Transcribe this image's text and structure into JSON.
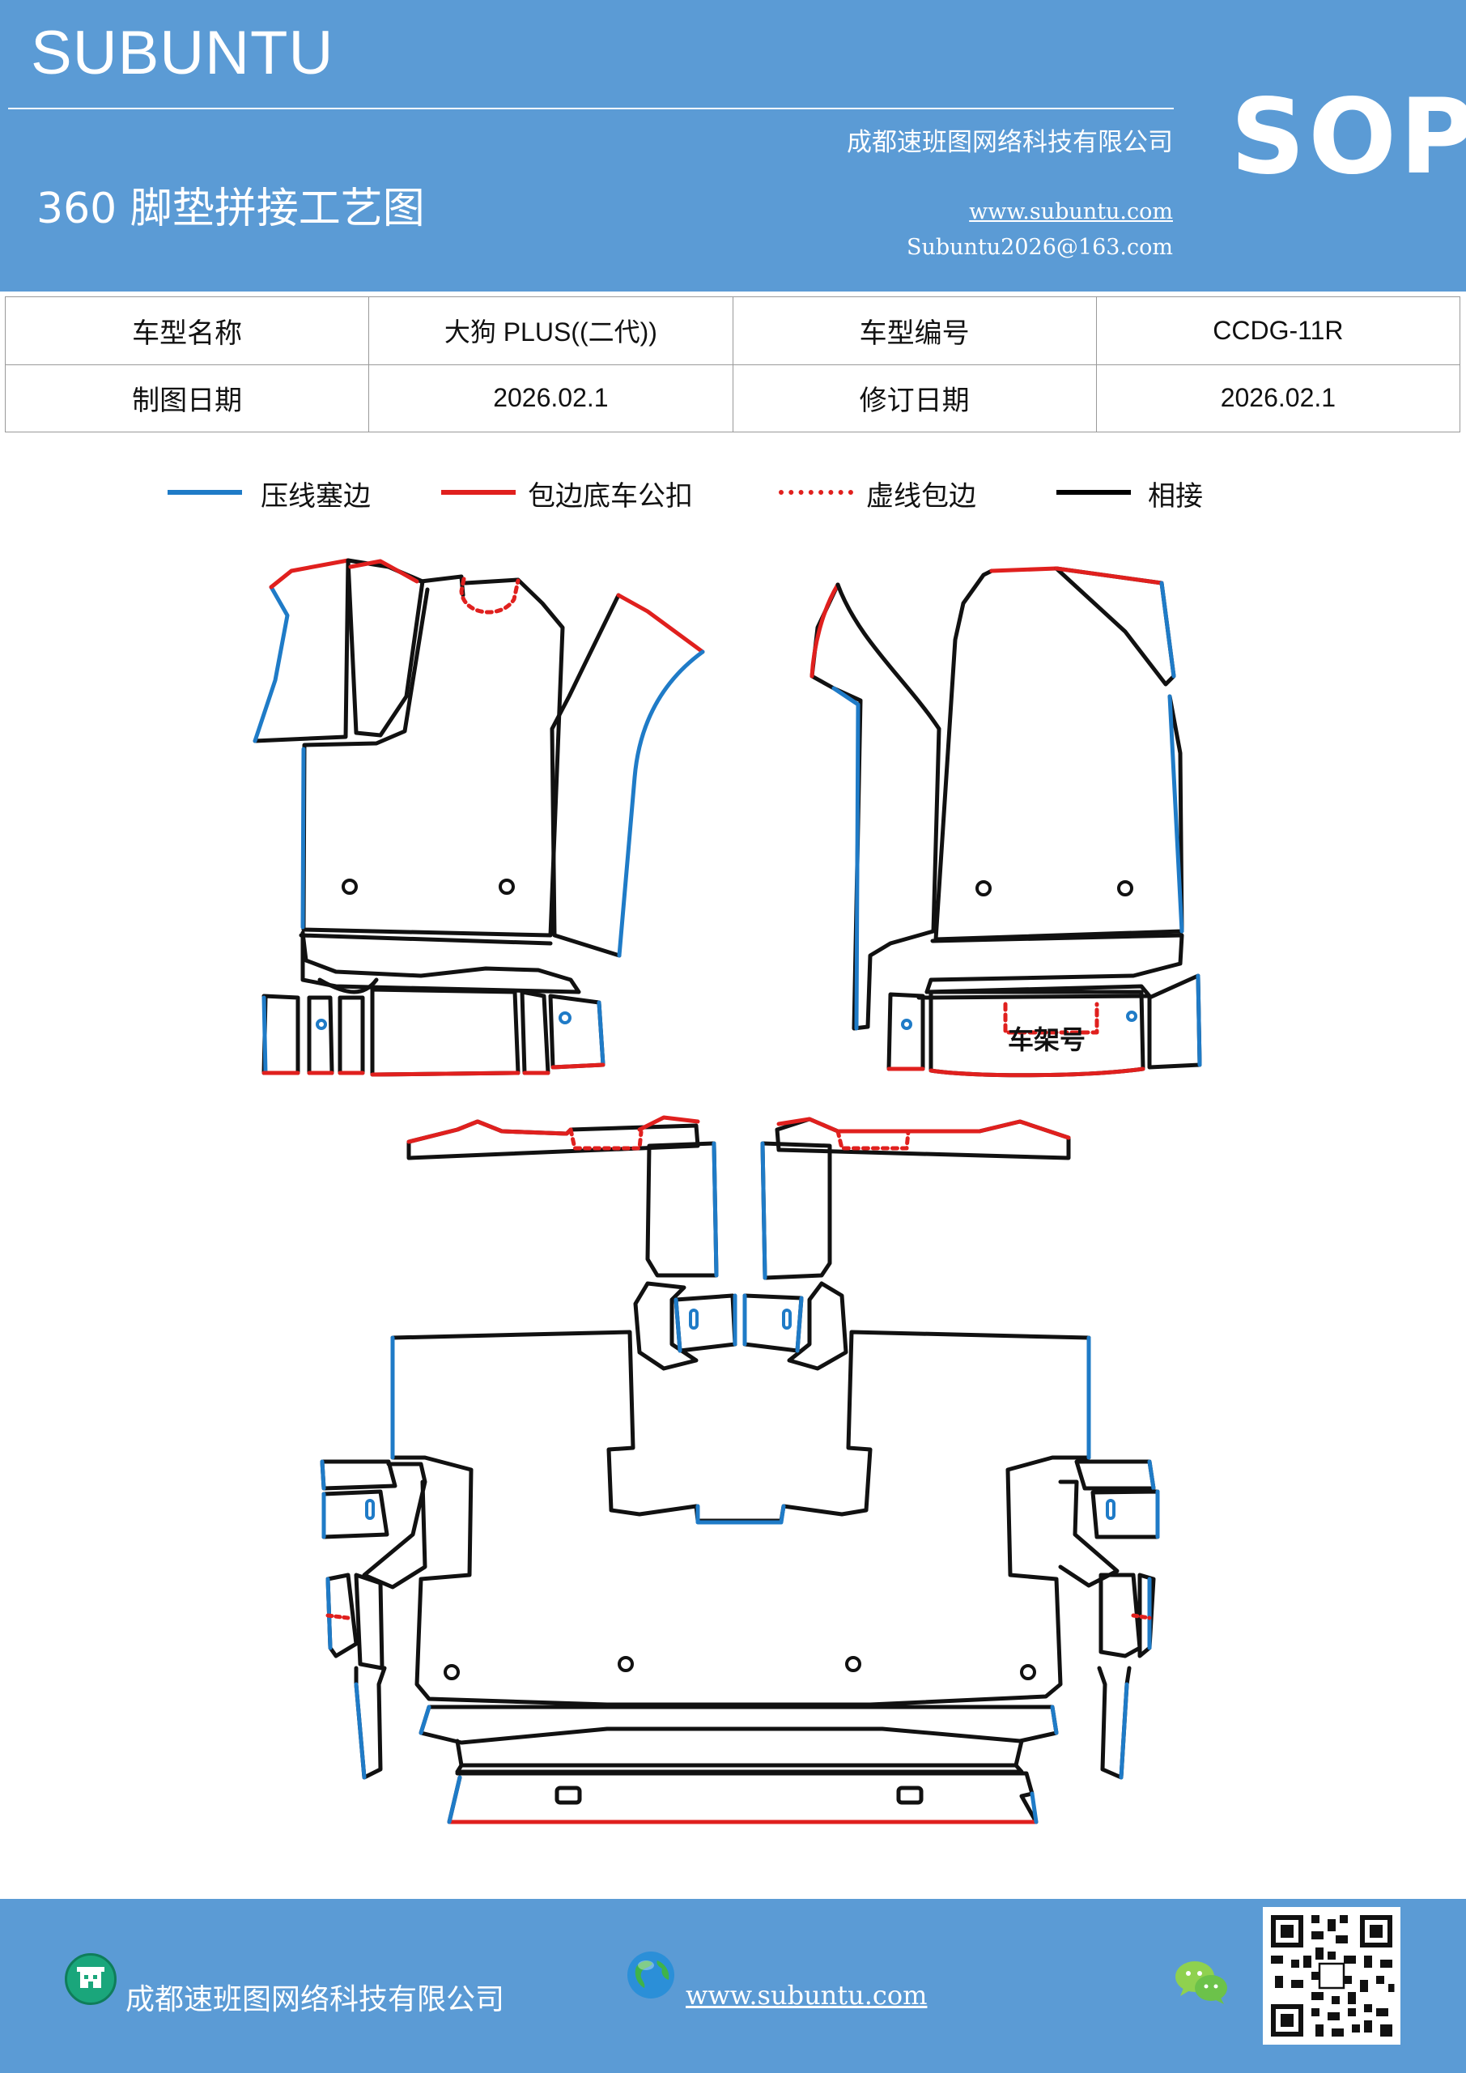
{
  "header": {
    "brand": "SUBUNTU",
    "company": "成都速班图网络科技有限公司",
    "title": "360 脚垫拼接工艺图",
    "website": "www.subuntu.com",
    "email": "Subuntu2026@163.com",
    "badge": "SOP"
  },
  "info": {
    "model_name_label": "车型名称",
    "model_name_value": "大狗 PLUS((二代))",
    "model_code_label": "车型编号",
    "model_code_value": "CCDG-11R",
    "drawing_date_label": "制图日期",
    "drawing_date_value": "2026.02.1",
    "revision_date_label": "修订日期",
    "revision_date_value": "2026.02.1"
  },
  "legend": [
    {
      "label": "压线塞边",
      "color": "#1f7bc7",
      "style": "solid"
    },
    {
      "label": "包边底车公扣",
      "color": "#e0201e",
      "style": "solid"
    },
    {
      "label": "虚线包边",
      "color": "#e0201e",
      "style": "dotted"
    },
    {
      "label": "相接",
      "color": "#000000",
      "style": "solid"
    }
  ],
  "drawing": {
    "vin_label": "车架号",
    "colors": {
      "blue": "#1f7bc7",
      "red": "#e0201e",
      "black": "#111111"
    }
  },
  "footer": {
    "company": "成都速班图网络科技有限公司",
    "website": "www.subuntu.com",
    "icons": [
      "building-icon",
      "globe-icon",
      "wechat-icon",
      "qr-code"
    ]
  }
}
